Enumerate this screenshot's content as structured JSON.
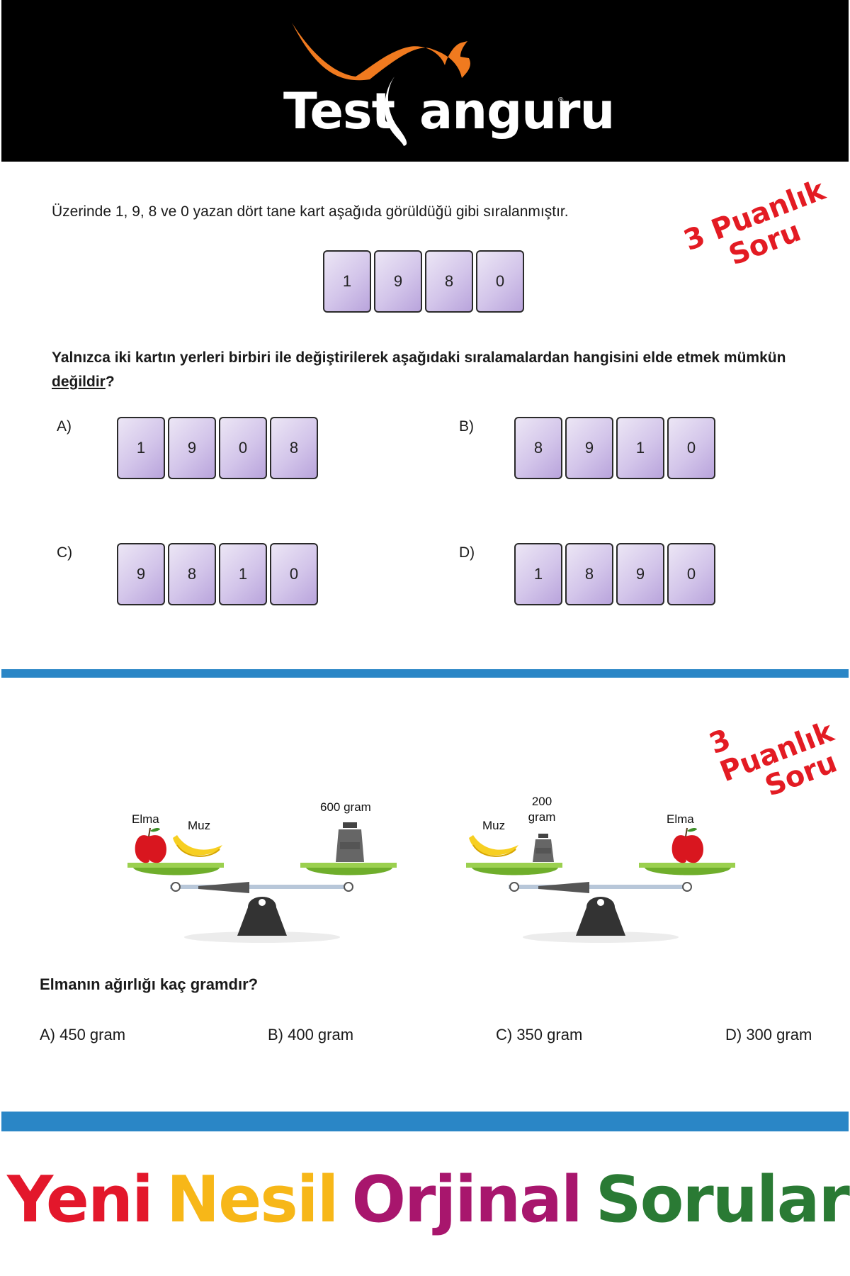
{
  "header": {
    "logo_left": "Test",
    "logo_right": "anguru",
    "logo_mark": "®"
  },
  "question1": {
    "intro": "Üzerinde 1, 9, 8 ve 0 yazan dört tane kart aşağıda görüldüğü gibi sıralanmıştır.",
    "points_badge_line1": "3 Puanlık",
    "points_badge_line2": "Soru",
    "cards": [
      "1",
      "9",
      "8",
      "0"
    ],
    "question_part1": "Yalnızca iki kartın yerleri birbiri ile değiştirilerek aşağıdaki sıralamalardan hangisini elde etmek mümkün ",
    "question_emphasis": "değildir",
    "question_part2": "?",
    "options": [
      {
        "letter": "A)",
        "cards": [
          "1",
          "9",
          "0",
          "8"
        ]
      },
      {
        "letter": "B)",
        "cards": [
          "8",
          "9",
          "1",
          "0"
        ]
      },
      {
        "letter": "C)",
        "cards": [
          "9",
          "8",
          "1",
          "0"
        ]
      },
      {
        "letter": "D)",
        "cards": [
          "1",
          "8",
          "9",
          "0"
        ]
      }
    ]
  },
  "question2": {
    "points_badge_line1": "3 Puanlık",
    "points_badge_line2": "Soru",
    "scale1": {
      "label_apple": "Elma",
      "label_banana": "Muz",
      "label_weight": "600 gram"
    },
    "scale2": {
      "label_banana": "Muz",
      "label_weight_line1": "200",
      "label_weight_line2": "gram",
      "label_apple": "Elma"
    },
    "question": "Elmanın ağırlığı kaç gramdır?",
    "answers": [
      "A) 450 gram",
      "B) 400 gram",
      "C) 350 gram",
      "D) 300 gram"
    ]
  },
  "footer": {
    "words": [
      {
        "text": "Yeni",
        "color": "#e3172b"
      },
      {
        "text": "Nesil",
        "color": "#f7b718"
      },
      {
        "text": "Orjinal",
        "color": "#a8166d"
      },
      {
        "text": "Sorular",
        "color": "#2a7a34"
      }
    ]
  },
  "colors": {
    "accent_blue": "#2a86c6",
    "badge_red": "#e31b23",
    "logo_orange": "#f07a1f"
  }
}
